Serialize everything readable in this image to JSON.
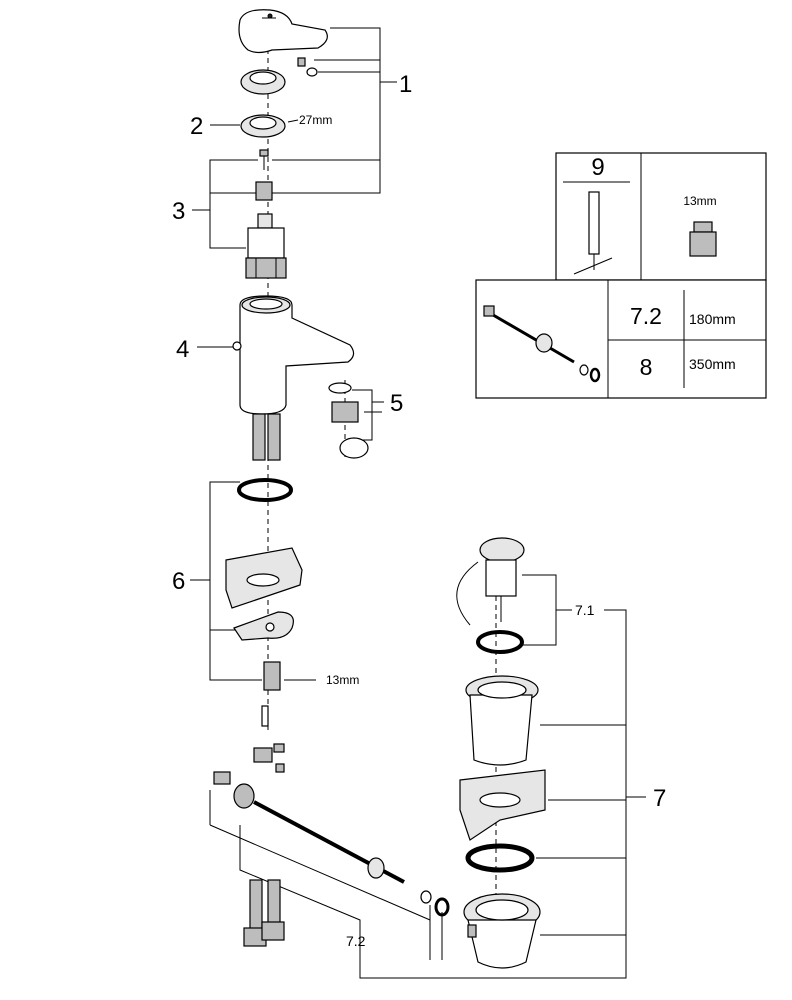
{
  "callouts": {
    "c1": "1",
    "c2": "2",
    "c3": "3",
    "c4": "4",
    "c5": "5",
    "c6": "6",
    "c7": "7",
    "c71": "7.1",
    "c72": "7.2"
  },
  "dims": {
    "aerator_wrench": "27mm",
    "nut": "13mm"
  },
  "inset": {
    "tool_number": "9",
    "tool_size": "13mm",
    "rod_a_label": "7.2",
    "rod_a_length": "180mm",
    "rod_b_label": "8",
    "rod_b_length": "350mm"
  }
}
